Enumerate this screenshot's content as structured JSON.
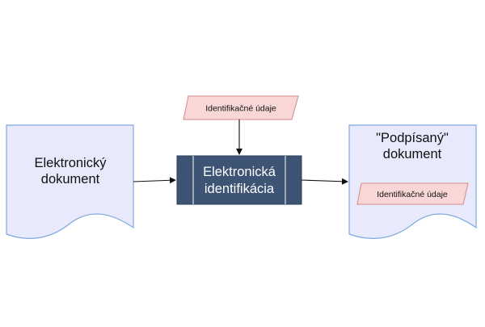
{
  "diagram": {
    "nodes": {
      "input_document": {
        "lines": [
          "Elektronický",
          "dokument"
        ]
      },
      "process": {
        "lines": [
          "Elektronická",
          "identifikácia"
        ]
      },
      "input_data": {
        "label": "Identifikačné údaje"
      },
      "output_document": {
        "lines": [
          "\"Podpísaný\"",
          "dokument"
        ],
        "inner_data": {
          "label": "Identifikačné údaje"
        }
      }
    },
    "edges": [
      {
        "from": "input_document",
        "to": "process"
      },
      {
        "from": "input_data",
        "to": "process"
      },
      {
        "from": "process",
        "to": "output_document"
      }
    ],
    "colors": {
      "document_fill": "#e8eafc",
      "document_stroke": "#7fa8e0",
      "data_fill": "#f9d7d7",
      "data_stroke": "#d48a8a",
      "process_fill": "#3d5474",
      "process_stroke": "#2b3f5c",
      "arrow": "#111111"
    }
  }
}
